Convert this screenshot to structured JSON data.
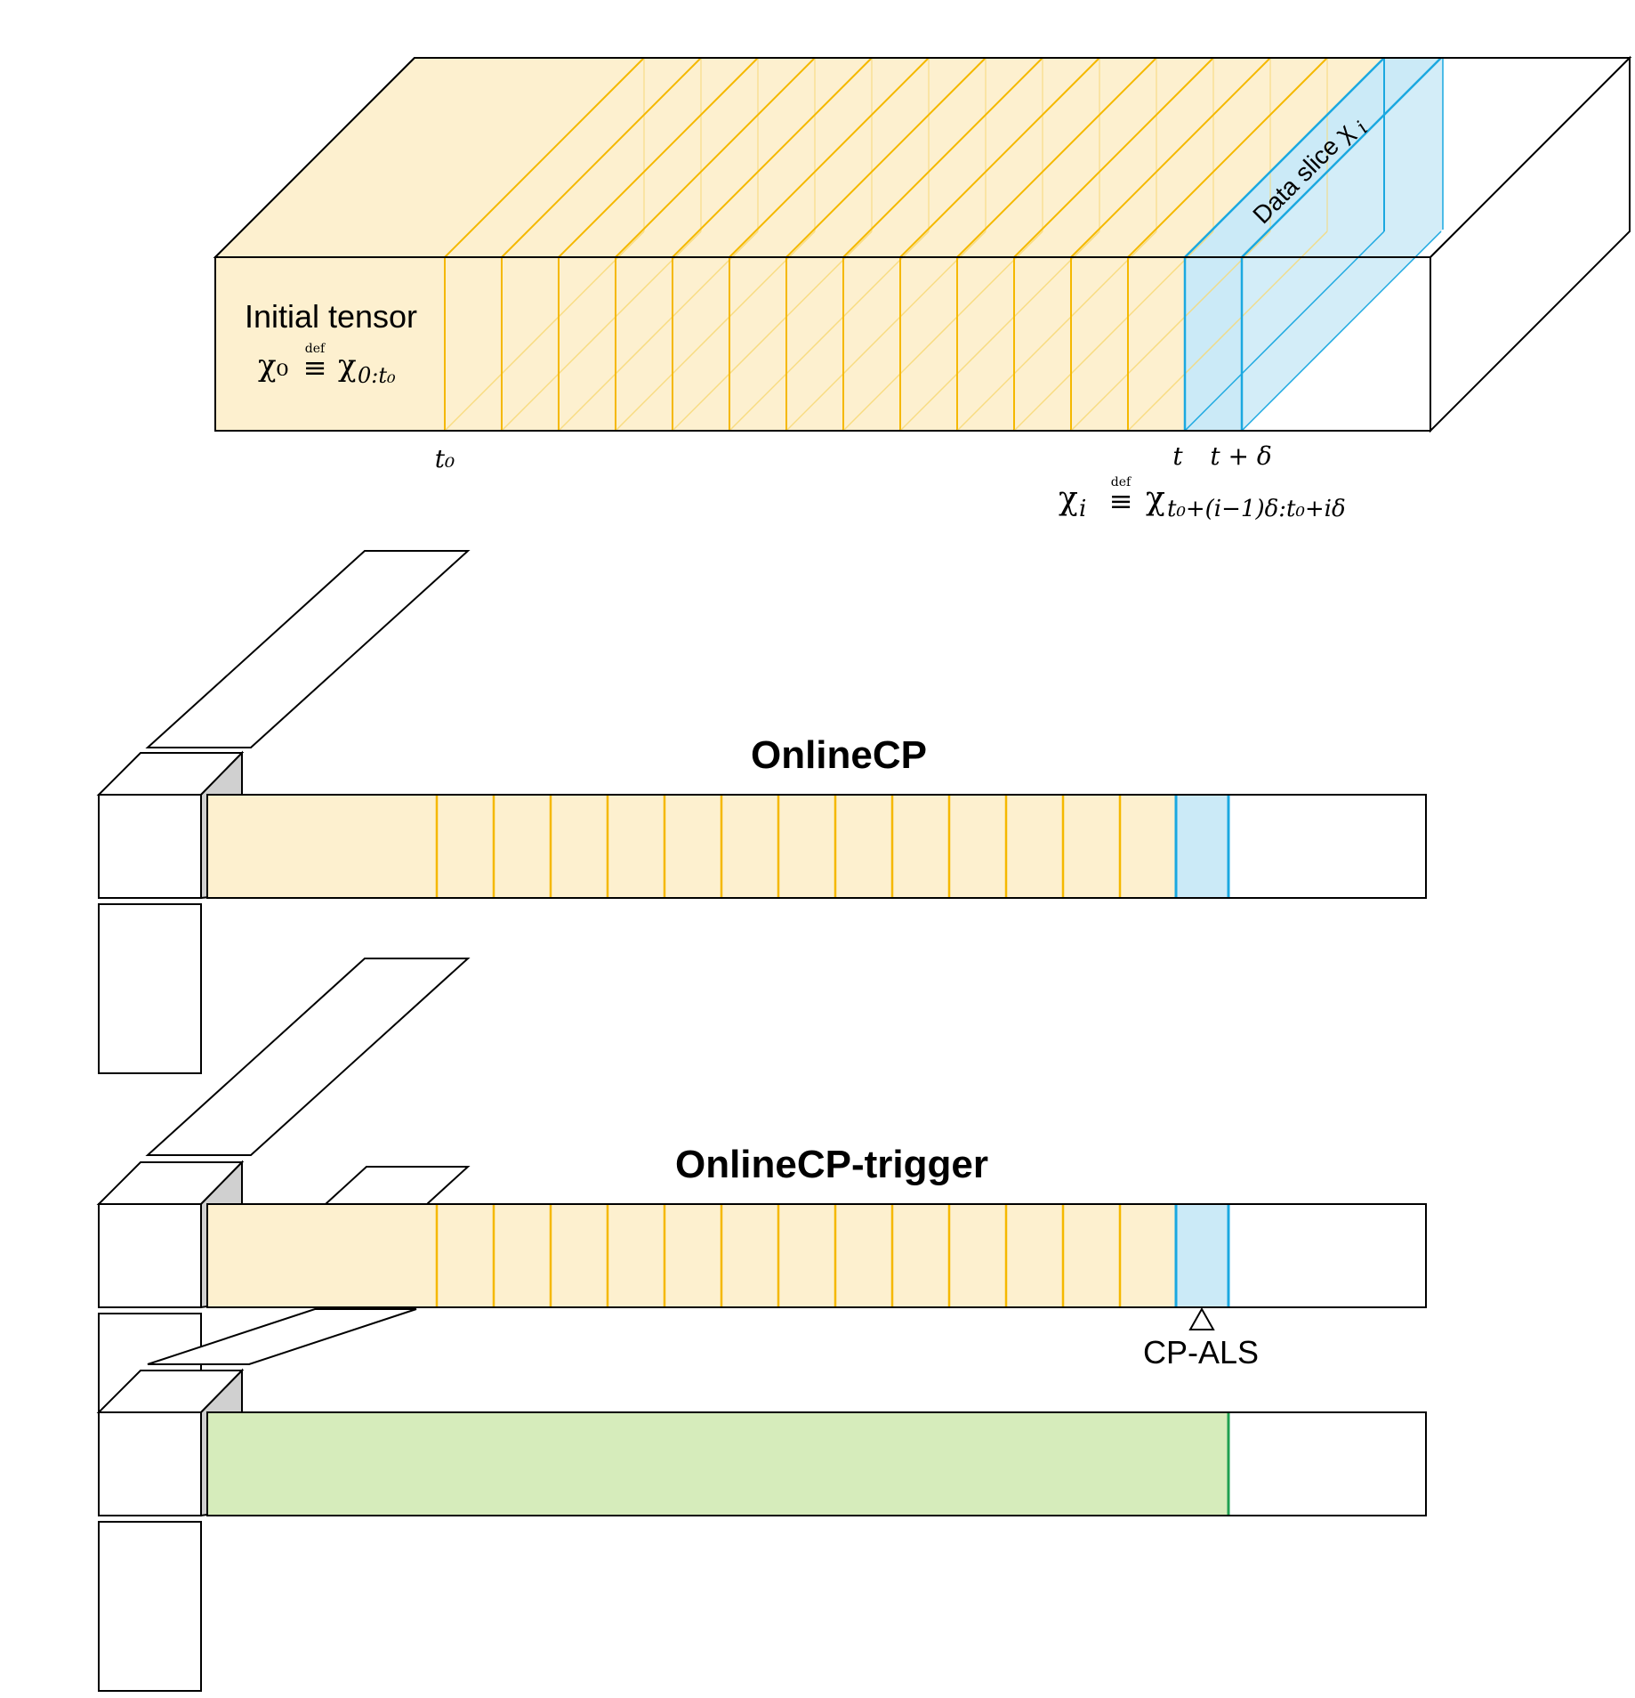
{
  "colors": {
    "tensor_fill": "#fdf0cf",
    "slice_line": "#f5b800",
    "slice_line_faint": "#f8d870",
    "new_slice_fill": "#cbeaf7",
    "new_slice_line": "#1ba8e0",
    "cpals_fill": "#d6ecbb",
    "cpals_line": "#1fa050",
    "edge": "#000000",
    "factor_side": "#d0d0d0"
  },
  "top": {
    "initial_label": "Initial tensor",
    "x0_lhs": "χ₀",
    "def_mark": "def",
    "x0_rhs": "χ",
    "x0_rhs_sub": "0:t₀",
    "t0_label": "t₀",
    "t_label": "t",
    "t_delta_label": "t + δ",
    "slice_label": "Data slice χ",
    "slice_label_sub": "i",
    "xi_lhs": "χ",
    "xi_lhs_sub": "i",
    "xi_rhs": "χ",
    "xi_rhs_sub": "t₀+(i−1)δ:t₀+iδ"
  },
  "panels": {
    "onlinecp_title": "OnlineCP",
    "trigger_title": "OnlineCP-trigger",
    "cpals_label": "CP-ALS"
  }
}
